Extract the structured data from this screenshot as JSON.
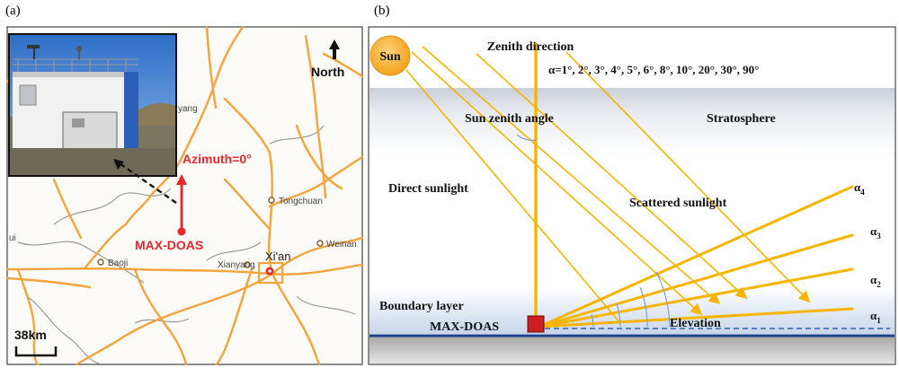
{
  "panel_a": {
    "label": "(a)",
    "north": "North",
    "azimuth": "Azimuth=0°",
    "instrument": "MAX-DOAS",
    "scale": "38km",
    "cities": {
      "xian": "Xi'an",
      "tongchuan": "Tongchuan",
      "weinan": "Weinan",
      "xianyang": "Xianyang",
      "baoji": "Baoji",
      "yang": "yang",
      "ui": "ui"
    }
  },
  "panel_b": {
    "label": "(b)",
    "sun": "Sun",
    "zenith_direction": "Zenith direction",
    "alpha_list": "α=1°, 2°, 3°, 4°, 5°, 6°, 8°, 10°, 20°, 30°, 90°",
    "sun_zenith_angle": "Sun zenith angle",
    "stratosphere": "Stratosphere",
    "direct_sunlight": "Direct sunlight",
    "scattered_sunlight": "Scattered sunlight",
    "boundary_layer": "Boundary layer",
    "instrument": "MAX-DOAS",
    "elevation": "Elevation",
    "alpha_labels": [
      "α",
      "α",
      "α",
      "α"
    ],
    "alpha_subscripts": [
      "4",
      "3",
      "2",
      "1"
    ]
  },
  "colors": {
    "road": "#f4a43a",
    "ray": "#f7b500",
    "red": "#e8262c",
    "ground": "#1f3f8f",
    "station": "#cc1f1f"
  }
}
